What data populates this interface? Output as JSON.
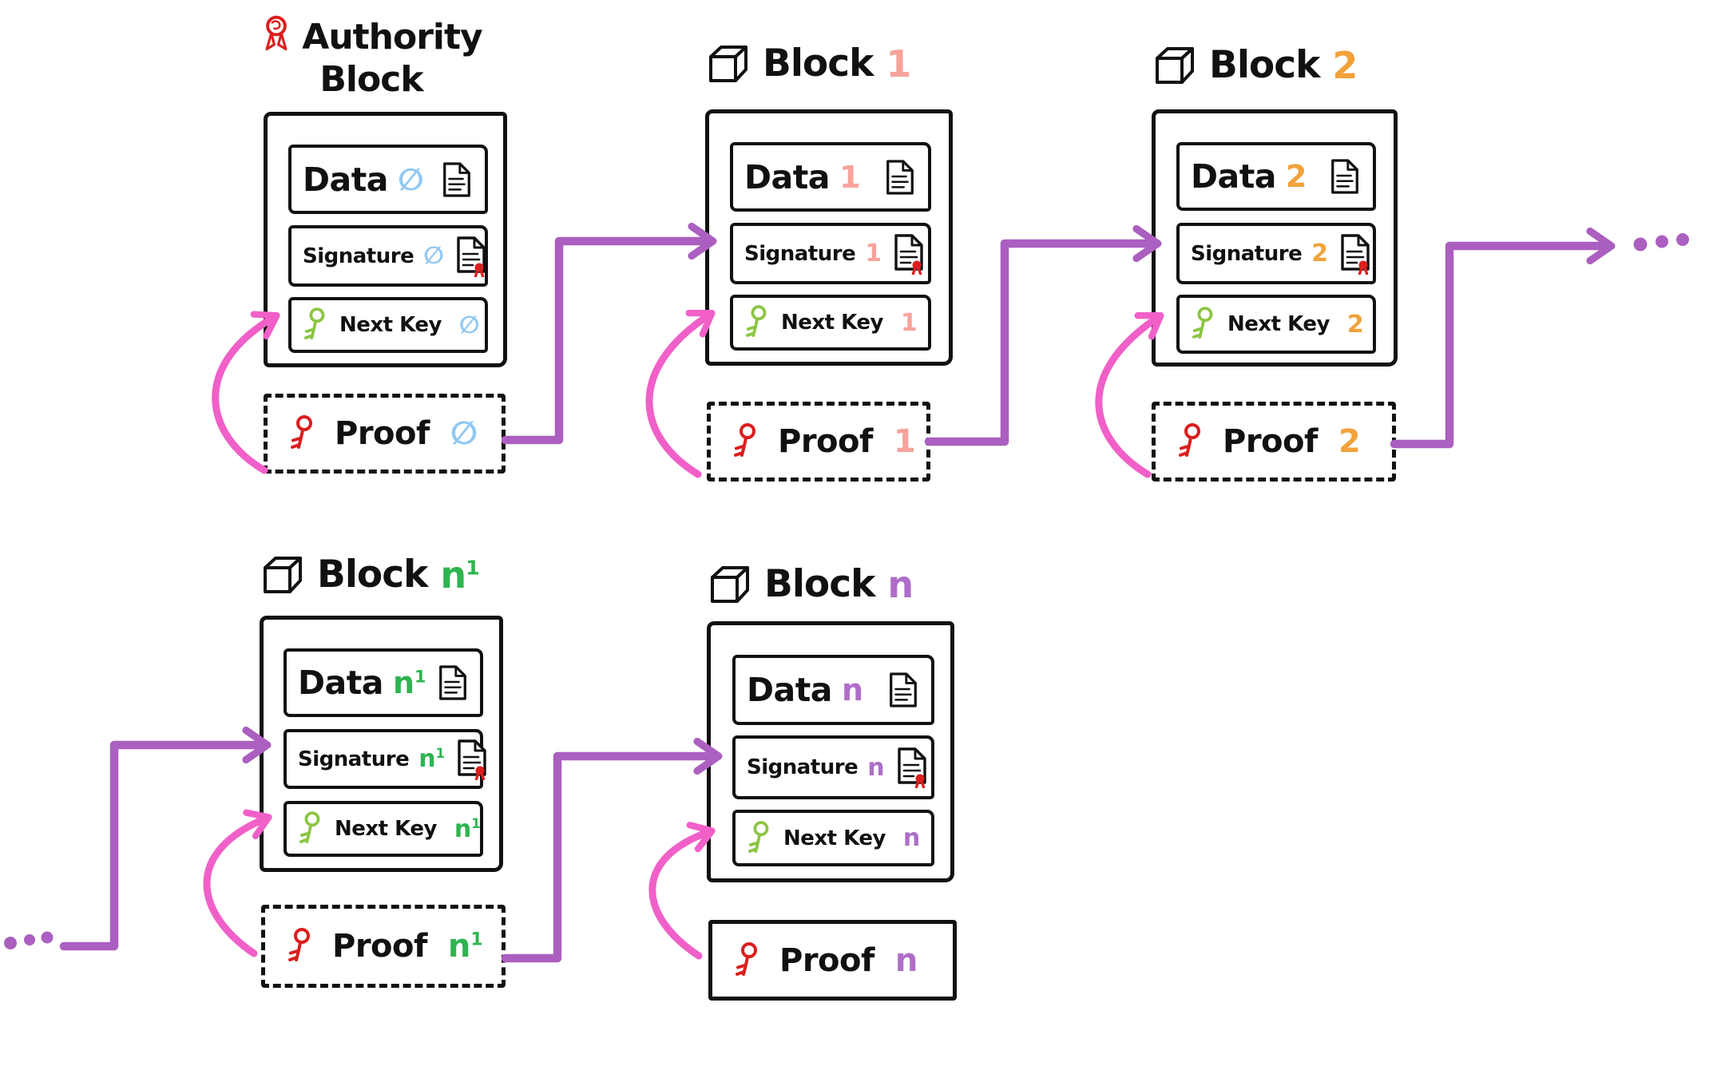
{
  "diagram": {
    "description": "hand-drawn blockchain key-delegation diagram",
    "labels": {
      "data": "Data",
      "signature": "Signature",
      "next_key": "Next Key",
      "proof": "Proof",
      "block": "Block"
    },
    "blocks": [
      {
        "name": "Authority Block",
        "title_line1": "Authority",
        "title_line2": "Block",
        "suffix": "∅",
        "sup": "",
        "accent": "#90C8F4",
        "proof_border": "dashed"
      },
      {
        "name": "Block 1",
        "suffix": "1",
        "sup": "",
        "accent": "#F7A39B",
        "proof_border": "dashed"
      },
      {
        "name": "Block 2",
        "suffix": "2",
        "sup": "",
        "accent": "#F2A23B",
        "proof_border": "dashed"
      },
      {
        "name": "Block n-1",
        "suffix": "n",
        "sup": "1",
        "accent": "#2FB450",
        "proof_border": "dashed"
      },
      {
        "name": "Block n",
        "suffix": "n",
        "sup": "",
        "accent": "#AE6DC8",
        "proof_border": "solid"
      }
    ],
    "continuation_dots_right": "...",
    "continuation_dots_left": "...",
    "colors": {
      "ink": "#111111",
      "chain_connector_arrow": "#AB5FC0",
      "key_link_arrow": "#F060C8",
      "proof_key_icon": "#DB1E1E",
      "next_key_icon": "#8CC544",
      "authority_seal": "#DB1E1E"
    }
  }
}
